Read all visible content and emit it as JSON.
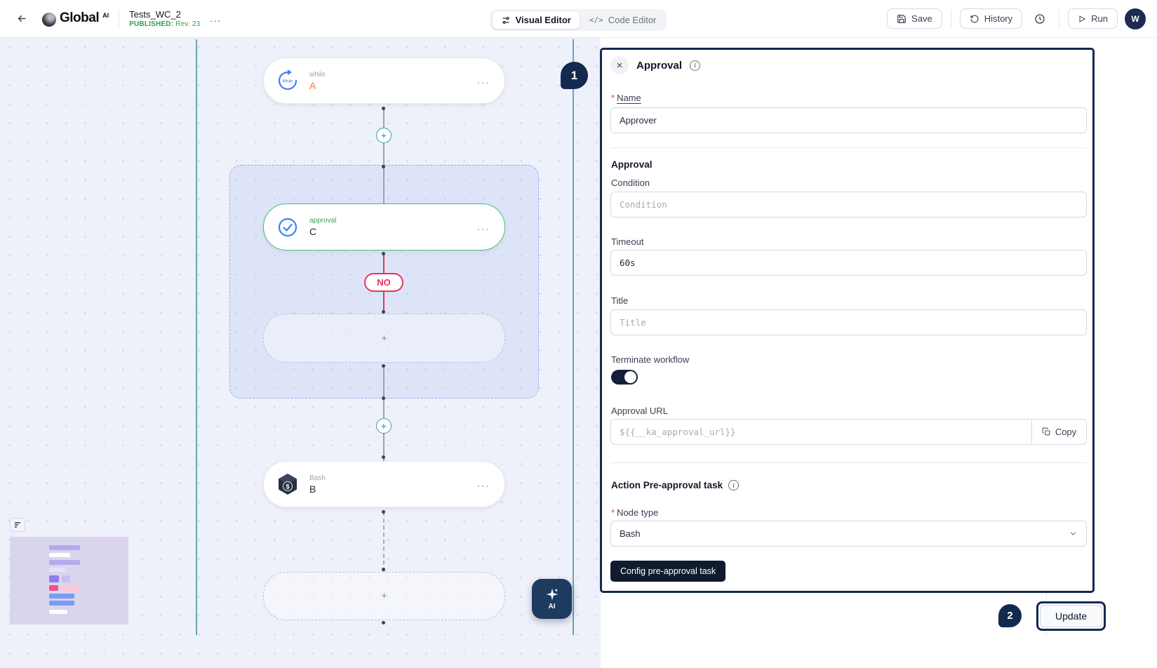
{
  "header": {
    "brand": {
      "name": "Global",
      "sup": "AI"
    },
    "workflow_title": "Tests_WC_2",
    "published_label": "PUBLISHED:",
    "revision": "Rev. 23",
    "more": "...",
    "tabs": {
      "visual": "Visual Editor",
      "code": "Code Editor",
      "code_icon": "</>"
    },
    "save": "Save",
    "history": "History",
    "run": "Run",
    "avatar": "W"
  },
  "canvas": {
    "while_node": {
      "type_label": "while",
      "name": "A",
      "icon_text": "While"
    },
    "approval_node": {
      "type_label": "approval",
      "name": "C"
    },
    "bash_node": {
      "type_label": "Bash",
      "name": "B",
      "icon_char": "$"
    },
    "no_label": "NO",
    "plus": "+",
    "more": "...",
    "ai_label": "AI"
  },
  "panel": {
    "title": "Approval",
    "close": "×",
    "info": "i",
    "required_mark": "*",
    "name": {
      "label": "Name",
      "value": "Approver"
    },
    "approval_section": "Approval",
    "condition": {
      "label": "Condition",
      "placeholder": "Condition"
    },
    "timeout": {
      "label": "Timeout",
      "value": "60s"
    },
    "title_field": {
      "label": "Title",
      "placeholder": "Title"
    },
    "terminate": {
      "label": "Terminate workflow"
    },
    "approval_url": {
      "label": "Approval URL",
      "placeholder": "${{__ka_approval_url}}",
      "copy": "Copy"
    },
    "pre_approval": {
      "label": "Action Pre-approval task"
    },
    "node_type": {
      "label": "Node type",
      "value": "Bash"
    },
    "config_button": "Config pre-approval task",
    "update_button": "Update"
  },
  "annotations": {
    "one": "1",
    "two": "2"
  },
  "colors": {
    "navy": "#14294e",
    "green": "#2fa855",
    "orange": "#f07c2e",
    "red": "#e8325f",
    "blue": "#3b82f6",
    "teal": "#35a29c"
  }
}
